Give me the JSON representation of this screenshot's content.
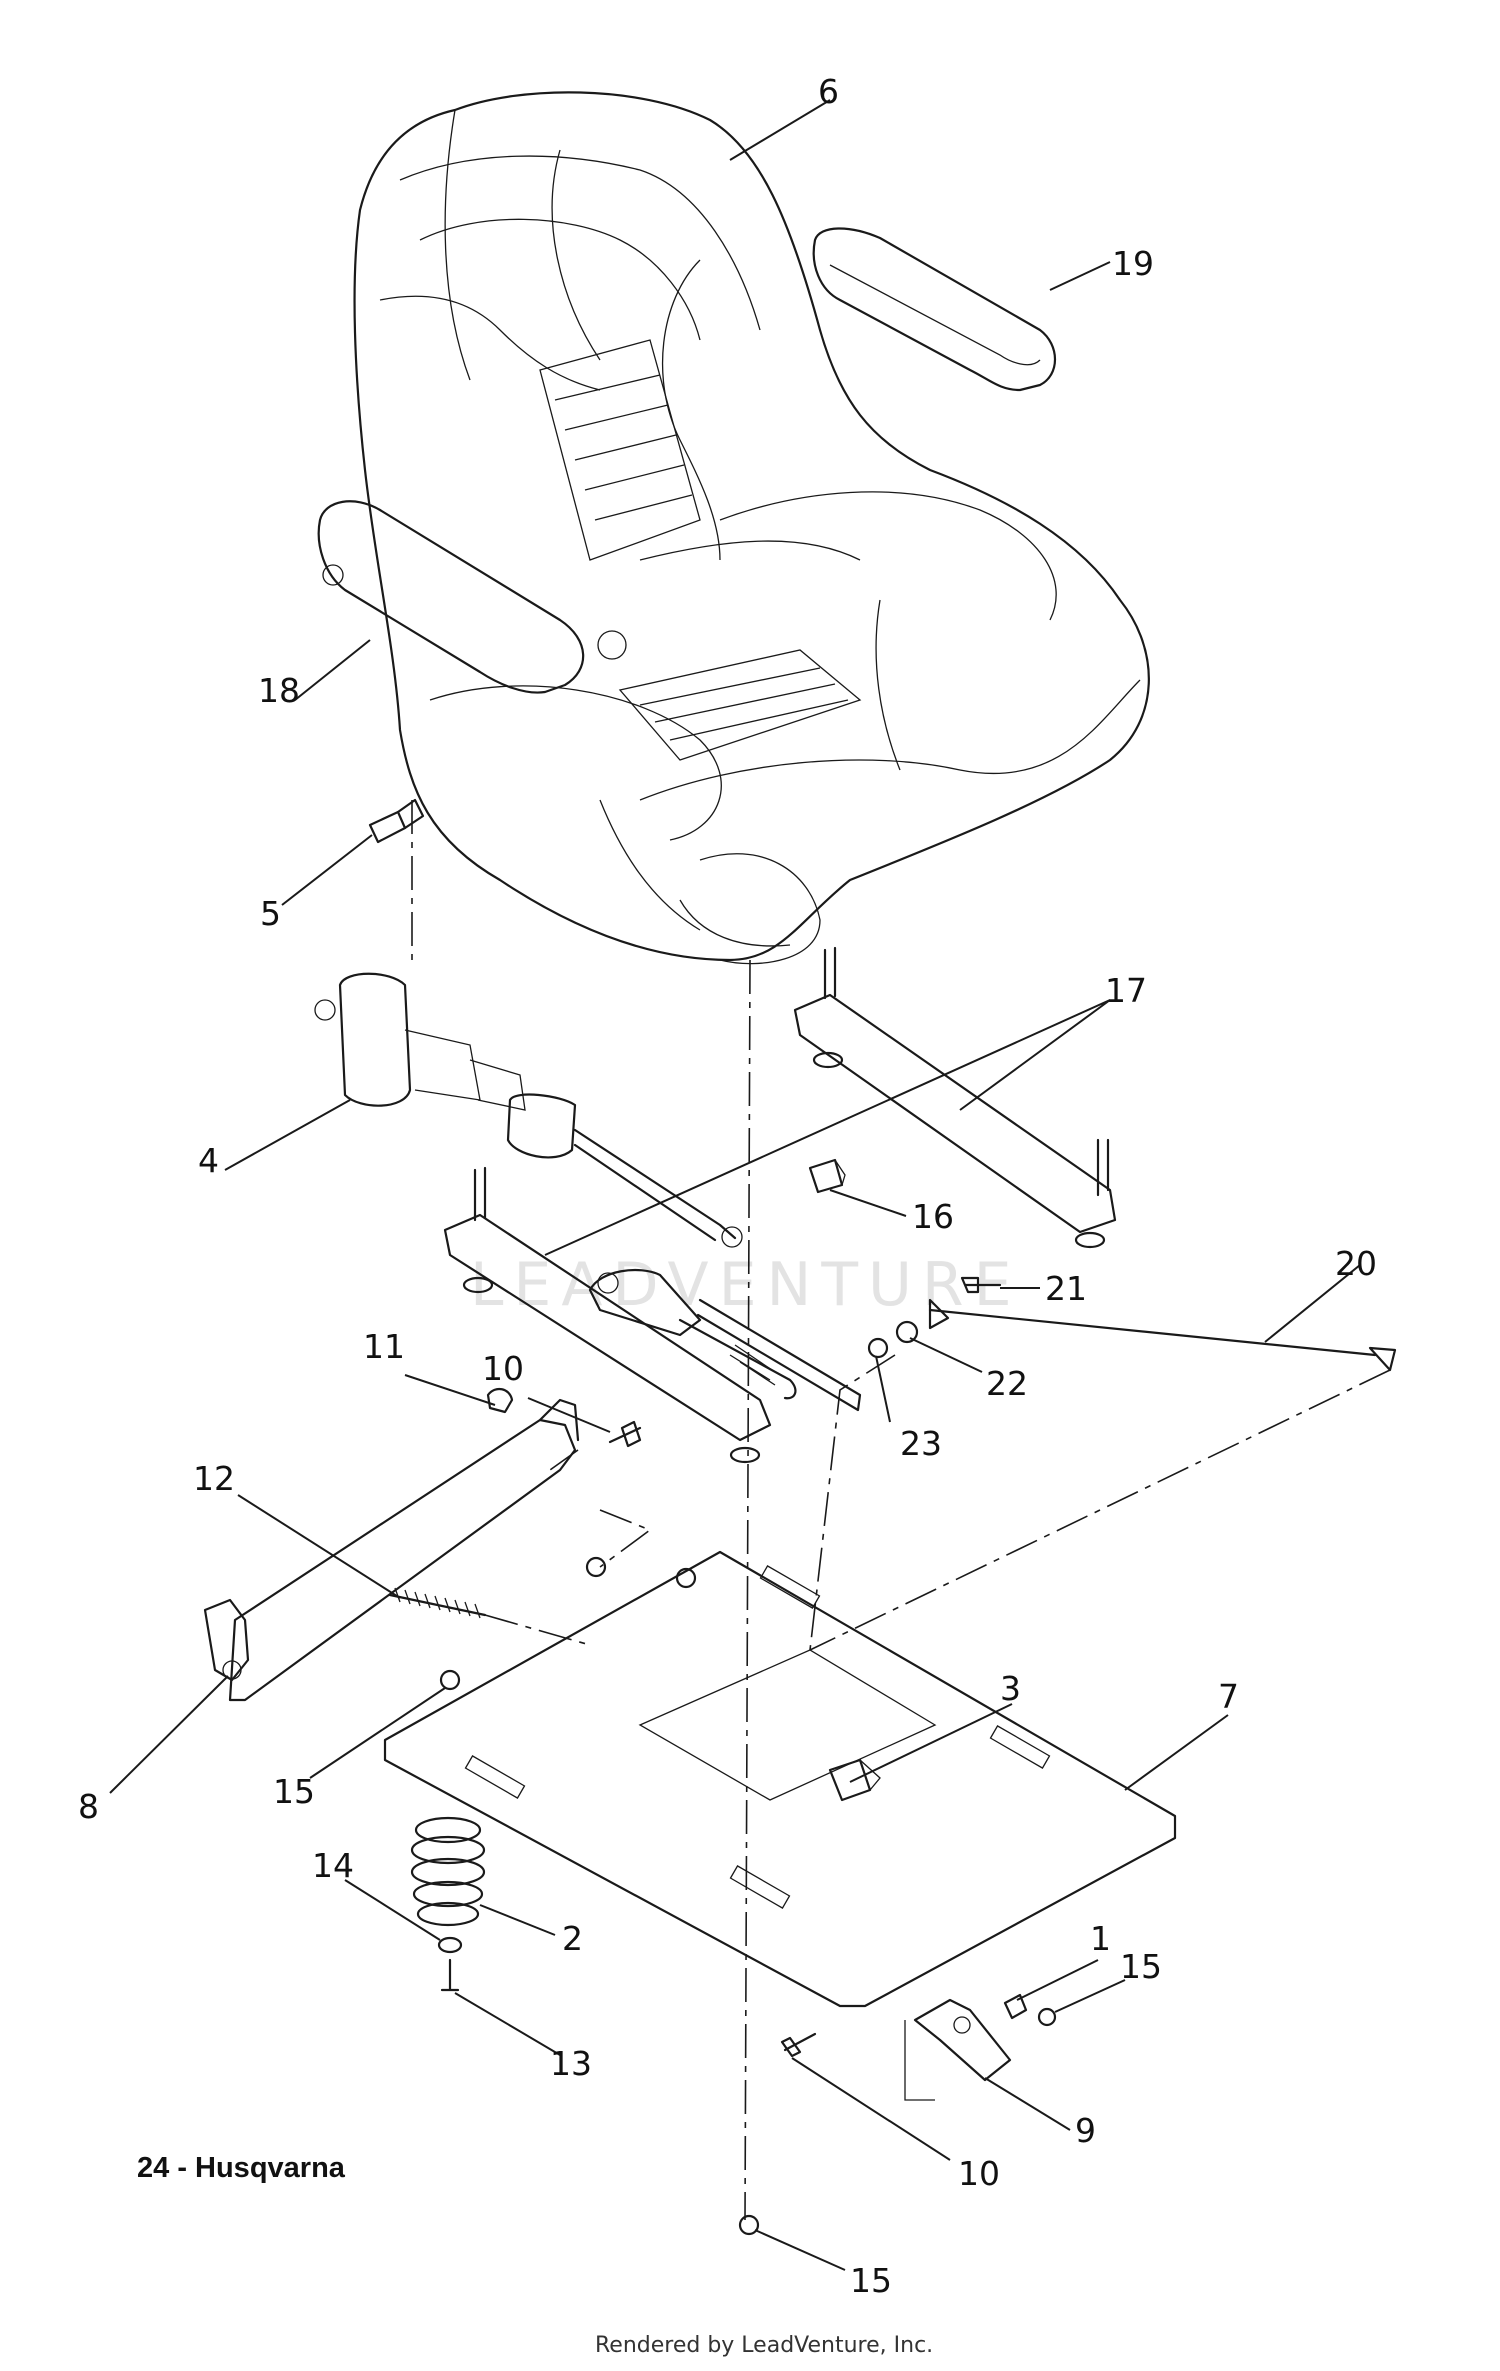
{
  "title": "24 - Husqvarna",
  "footer": "Rendered by LeadVenture, Inc.",
  "watermark": "LEADVENTURE",
  "callouts": [
    {
      "id": "c6",
      "label": "6"
    },
    {
      "id": "c19",
      "label": "19"
    },
    {
      "id": "c18",
      "label": "18"
    },
    {
      "id": "c5",
      "label": "5"
    },
    {
      "id": "c17",
      "label": "17"
    },
    {
      "id": "c4",
      "label": "4"
    },
    {
      "id": "c16",
      "label": "16"
    },
    {
      "id": "c21",
      "label": "21"
    },
    {
      "id": "c20",
      "label": "20"
    },
    {
      "id": "c22",
      "label": "22"
    },
    {
      "id": "c23",
      "label": "23"
    },
    {
      "id": "c11",
      "label": "11"
    },
    {
      "id": "c10a",
      "label": "10"
    },
    {
      "id": "c12",
      "label": "12"
    },
    {
      "id": "c3",
      "label": "3"
    },
    {
      "id": "c7",
      "label": "7"
    },
    {
      "id": "c8",
      "label": "8"
    },
    {
      "id": "c15a",
      "label": "15"
    },
    {
      "id": "c14",
      "label": "14"
    },
    {
      "id": "c2",
      "label": "2"
    },
    {
      "id": "c1",
      "label": "1"
    },
    {
      "id": "c15b",
      "label": "15"
    },
    {
      "id": "c13",
      "label": "13"
    },
    {
      "id": "c9",
      "label": "9"
    },
    {
      "id": "c10b",
      "label": "10"
    },
    {
      "id": "c15c",
      "label": "15"
    }
  ]
}
